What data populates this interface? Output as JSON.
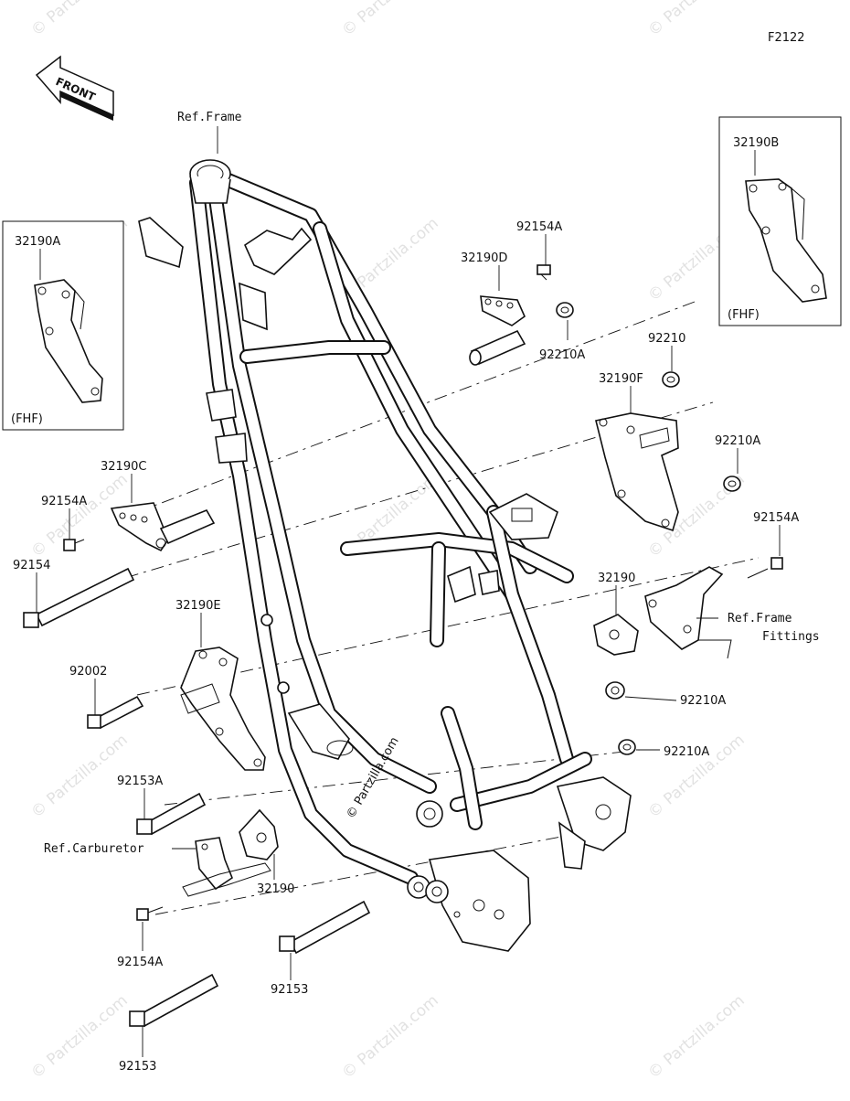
{
  "diagram": {
    "code": "F2122",
    "front_label": "FRONT",
    "watermark": "© Partzilla.com",
    "refs": {
      "frame": "Ref.Frame",
      "frame_fittings_1": "Ref.Frame",
      "frame_fittings_2": "Fittings",
      "carburetor": "Ref.Carburetor"
    },
    "boxes": {
      "left": {
        "part": "32190A",
        "note": "(FHF)"
      },
      "right": {
        "part": "32190B",
        "note": "(FHF)"
      }
    },
    "parts": {
      "p32190D": "32190D",
      "p92154A_top": "92154A",
      "p92210A_top": "92210A",
      "p92210": "92210",
      "p32190F": "32190F",
      "p92210A_r1": "92210A",
      "p92154A_r": "92154A",
      "p32190C": "32190C",
      "p92154A_l": "92154A",
      "p92154": "92154",
      "p32190E": "32190E",
      "p92002": "92002",
      "p32190_r": "32190",
      "p92210A_r2": "92210A",
      "p92210A_r3": "92210A",
      "p92153A": "92153A",
      "p32190_b": "32190",
      "p92154A_b": "92154A",
      "p92153_m": "92153",
      "p92153_b": "92153"
    }
  }
}
